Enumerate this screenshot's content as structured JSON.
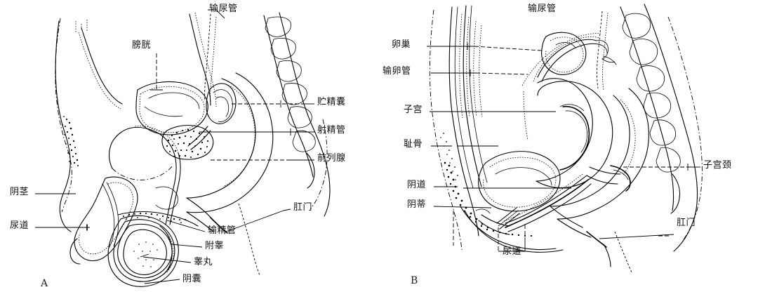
{
  "figure": {
    "background_color": "#ffffff",
    "ink_color": "#000000",
    "panels": [
      {
        "id": "A",
        "caption": "A",
        "subject": "male-reproductive-system-sagittal"
      },
      {
        "id": "B",
        "caption": "B",
        "subject": "female-reproductive-system-sagittal"
      }
    ]
  },
  "male": {
    "caption": "A",
    "labels": {
      "ureter": "输尿管",
      "bladder": "膀胱",
      "seminal_vesicle": "贮精囊",
      "ejaculatory_duct": "射精管",
      "prostate": "前列腺",
      "anus": "肛门",
      "penis": "阴茎",
      "urethra": "尿道",
      "vas_deferens": "输精管",
      "epididymis": "附睾",
      "testis": "睾丸",
      "scrotum": "阴囊"
    }
  },
  "female": {
    "caption": "B",
    "labels": {
      "ureter": "输尿管",
      "ovary": "卵巢",
      "fallopian_tube": "输卵管",
      "uterus": "子宫",
      "pubic_bone": "耻骨",
      "vagina": "阴道",
      "clitoris": "阴蒂",
      "cervix": "子宫颈",
      "anus": "肛门",
      "urethra": "尿道"
    }
  }
}
